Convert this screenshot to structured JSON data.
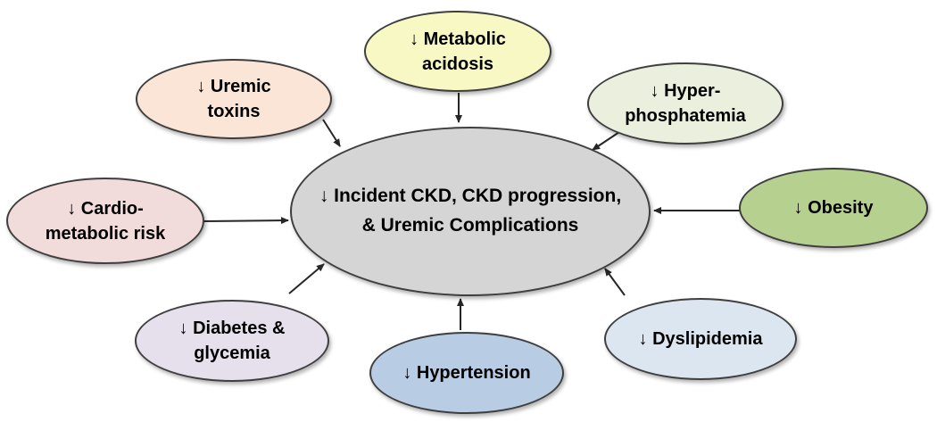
{
  "diagram": {
    "colors": {
      "background": "#ffffff",
      "node_border": "#3f3f3f",
      "arrow": "#262626",
      "text": "#000000"
    },
    "center": {
      "id": "incident-ckd",
      "label_lines": [
        "↓ Incident CKD, CKD progression,",
        "& Uremic Complications"
      ],
      "fill": "#d5d5d5"
    },
    "nodes": [
      {
        "id": "metabolic-acidosis",
        "label_lines": [
          "↓ Metabolic",
          "acidosis"
        ],
        "fill": "#f8f8c4"
      },
      {
        "id": "uremic-toxins",
        "label_lines": [
          "↓ Uremic",
          "toxins"
        ],
        "fill": "#fbe5d6"
      },
      {
        "id": "hyperphosphatemia",
        "label_lines": [
          "↓ Hyper-",
          "phosphatemia"
        ],
        "fill": "#eaf0dd"
      },
      {
        "id": "cardiometabolic-risk",
        "label_lines": [
          "↓ Cardio-",
          "metabolic risk"
        ],
        "fill": "#f2dcdb"
      },
      {
        "id": "obesity",
        "label_lines": [
          "↓ Obesity"
        ],
        "fill": "#b6d08f"
      },
      {
        "id": "diabetes-glycemia",
        "label_lines": [
          "↓ Diabetes &",
          "glycemia"
        ],
        "fill": "#e5e0ec"
      },
      {
        "id": "hypertension",
        "label_lines": [
          "↓ Hypertension"
        ],
        "fill": "#b8cce4"
      },
      {
        "id": "dyslipidemia",
        "label_lines": [
          "↓ Dyslipidemia"
        ],
        "fill": "#dce6f1"
      }
    ],
    "edges": [
      {
        "from": "metabolic-acidosis",
        "to": "incident-ckd"
      },
      {
        "from": "uremic-toxins",
        "to": "incident-ckd"
      },
      {
        "from": "hyperphosphatemia",
        "to": "incident-ckd"
      },
      {
        "from": "cardiometabolic-risk",
        "to": "incident-ckd"
      },
      {
        "from": "obesity",
        "to": "incident-ckd"
      },
      {
        "from": "diabetes-glycemia",
        "to": "incident-ckd"
      },
      {
        "from": "hypertension",
        "to": "incident-ckd"
      },
      {
        "from": "dyslipidemia",
        "to": "incident-ckd"
      }
    ]
  }
}
